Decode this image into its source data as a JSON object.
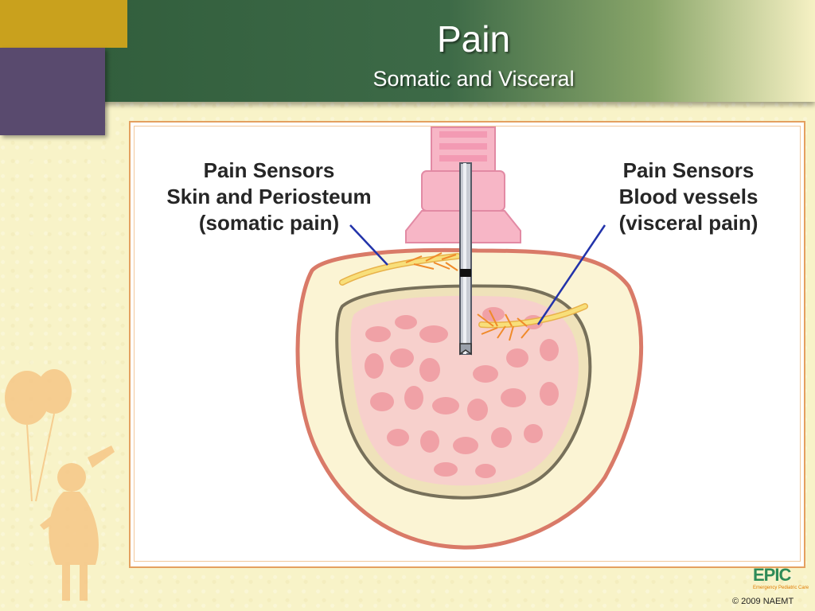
{
  "slide": {
    "title": "Pain",
    "subtitle": "Somatic and Visceral"
  },
  "diagram": {
    "left_label": [
      "Pain Sensors",
      "Skin and Periosteum",
      "(somatic pain)"
    ],
    "right_label": [
      "Pain Sensors",
      "Blood vessels",
      "(visceral pain)"
    ]
  },
  "footer": {
    "logo_text": "EPIC",
    "logo_subtext": "Emergency Pediatric Care",
    "copyright": "© 2009 NAEMT"
  },
  "colors": {
    "header_green": "#2f5b3a",
    "gold": "#c9a11d",
    "purple": "#594a6e",
    "bone_outer": "#d97a68",
    "marrow": "#f4a3a8",
    "nerve": "#f5d86a",
    "pointer_line": "#2233aa"
  }
}
